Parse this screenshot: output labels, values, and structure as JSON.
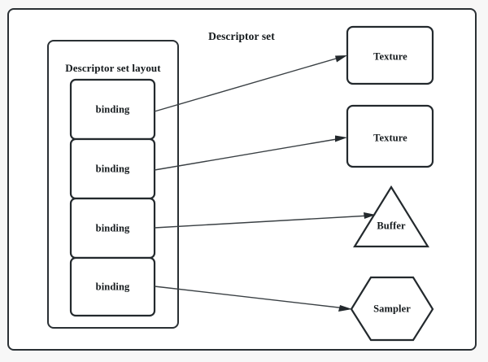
{
  "diagram": {
    "title": "Descriptor set",
    "subtitle": "Descriptor set layout",
    "bindings": [
      {
        "label": "binding"
      },
      {
        "label": "binding"
      },
      {
        "label": "binding"
      },
      {
        "label": "binding"
      }
    ],
    "resources": [
      {
        "label": "Texture",
        "shape": "rounded-rect"
      },
      {
        "label": "Texture",
        "shape": "rounded-rect"
      },
      {
        "label": "Buffer",
        "shape": "triangle"
      },
      {
        "label": "Sampler",
        "shape": "hexagon"
      }
    ],
    "colors": {
      "background": "#f7f7f7",
      "shape_fill": "#ffffff",
      "shape_stroke": "#23292d",
      "connector_stroke": "#3a4044",
      "text": "#14191c"
    }
  }
}
